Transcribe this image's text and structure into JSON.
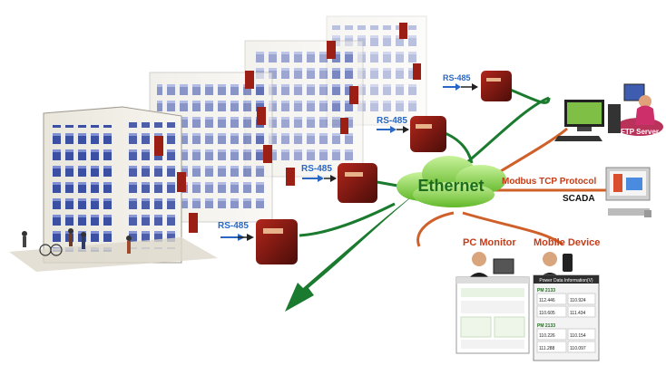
{
  "network": {
    "ethernet_label": "Ethernet",
    "rs485_labels": [
      "RS-485",
      "RS-485",
      "RS-485",
      "RS-485"
    ]
  },
  "links": {
    "ftp_server_label": "FTP Server",
    "modbus_label": "Modbus TCP Protocol",
    "scada_label": "SCADA",
    "pc_monitor_label": "PC Monitor",
    "mobile_device_label": "Mobile Device"
  },
  "mobile_screen": {
    "title": "Power Data Information(V)",
    "groups": [
      {
        "name": "PM 2133",
        "values": [
          "112.446",
          "110.924",
          "110.605",
          "111.434"
        ]
      },
      {
        "name": "PM 2133",
        "values": [
          "110.226",
          "110.154",
          "111.288",
          "110.097"
        ]
      }
    ]
  },
  "colors": {
    "ethernet_cloud": "#7fd13b",
    "ethernet_text": "#1e6d1e",
    "green_link": "#1a7a2e",
    "orange_link": "#d0602a",
    "rs485_text": "#2a67c4",
    "module_red": "#8e1b14"
  }
}
